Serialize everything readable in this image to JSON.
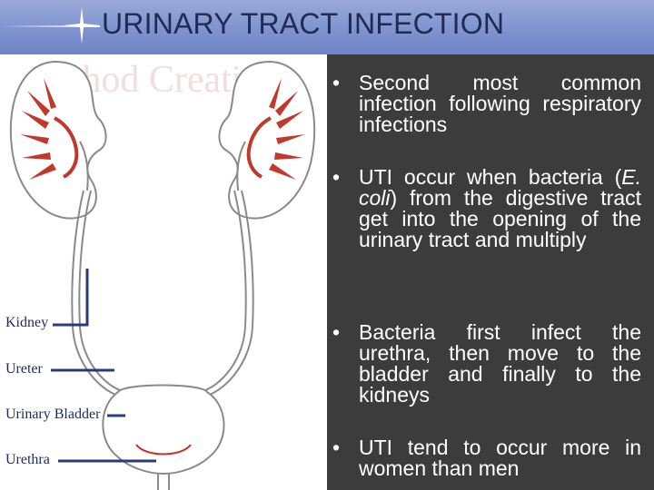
{
  "slide": {
    "title": "URINARY TRACT INFECTION",
    "watermark": "Rethod Creations"
  },
  "diagram": {
    "labels": {
      "kidney": "Kidney",
      "ureter": "Ureter",
      "bladder": "Urinary Bladder",
      "urethra": "Urethra"
    }
  },
  "bullets": [
    {
      "symbol": "•",
      "before": "Second most common infection following respiratory infections",
      "italic": "",
      "after": ""
    },
    {
      "symbol": "•",
      "before": "UTI occur when bacteria (",
      "italic": "E. coli",
      "after": ") from the digestive tract get into the opening of the urinary tract and multiply"
    },
    {
      "symbol": "•",
      "before": "Bacteria first infect the urethra, then move to the bladder and finally to the kidneys",
      "italic": "",
      "after": ""
    },
    {
      "symbol": "•",
      "before": "UTI tend to occur more in women than men",
      "italic": "",
      "after": ""
    }
  ],
  "colors": {
    "title_band": "#8395cc",
    "title_text": "#1f2a55",
    "text_panel": "#3c3c3c",
    "bullet_text": "#ffffff",
    "label_line": "#2a3b7a",
    "organ_outline": "#8a8a8a",
    "organ_fill": "#c0392b"
  }
}
